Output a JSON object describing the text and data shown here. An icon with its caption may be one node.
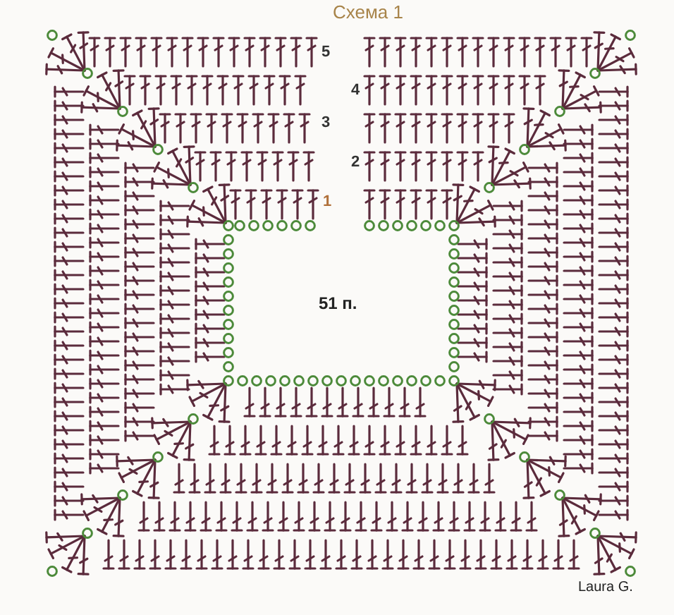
{
  "diagram": {
    "title": "Схема 1",
    "labels": [
      "5",
      "4",
      "3",
      "2",
      "1",
      "51 п.",
      "Laura G."
    ]
  }
}
